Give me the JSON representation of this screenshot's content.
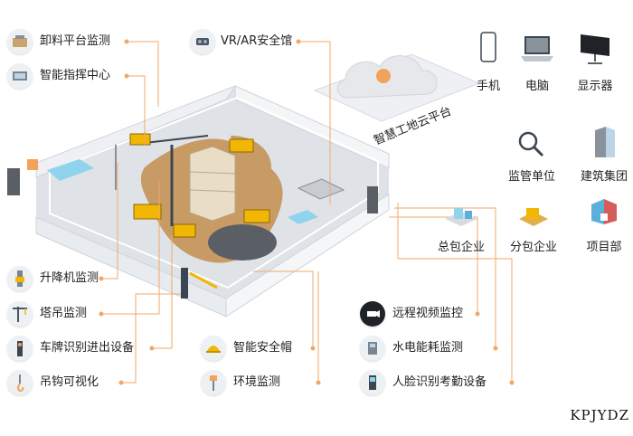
{
  "cloud_platform_label": "智慧工地云平台",
  "left_top_items": [
    {
      "label": "卸料平台监测",
      "icon": "unloading-platform-icon"
    },
    {
      "label": "智能指挥中心",
      "icon": "command-center-icon"
    }
  ],
  "top_center_item": {
    "label": "VR/AR安全馆",
    "icon": "vr-ar-icon"
  },
  "left_bottom_items": [
    {
      "label": "升降机监测",
      "icon": "elevator-icon"
    },
    {
      "label": "塔吊监测",
      "icon": "tower-crane-icon"
    },
    {
      "label": "车牌识别进出设备",
      "icon": "plate-recognition-icon"
    },
    {
      "label": "吊钩可视化",
      "icon": "hook-camera-icon"
    }
  ],
  "center_bottom_items": [
    {
      "label": "智能安全帽",
      "icon": "smart-helmet-icon"
    },
    {
      "label": "环境监测",
      "icon": "environment-monitor-icon"
    }
  ],
  "right_bottom_items": [
    {
      "label": "远程视频监控",
      "icon": "remote-video-icon"
    },
    {
      "label": "水电能耗监测",
      "icon": "energy-monitor-icon"
    },
    {
      "label": "人脸识别考勤设备",
      "icon": "face-recognition-icon"
    }
  ],
  "devices": [
    {
      "label": "手机",
      "icon": "phone-icon"
    },
    {
      "label": "电脑",
      "icon": "laptop-icon"
    },
    {
      "label": "显示器",
      "icon": "monitor-icon"
    }
  ],
  "organizations": [
    {
      "label": "监管单位",
      "icon": "magnifier-icon"
    },
    {
      "label": "建筑集团",
      "icon": "building-icon"
    },
    {
      "label": "总包企业",
      "icon": "general-contractor-icon"
    },
    {
      "label": "分包企业",
      "icon": "subcontractor-icon"
    },
    {
      "label": "项目部",
      "icon": "project-dept-icon"
    }
  ],
  "watermark": "KPJYDZ",
  "colors": {
    "accent": "#f2a25a",
    "line": "#f0a868",
    "wall": "#eaedf1",
    "ground": "#dfe3e8",
    "dirt": "#c89a64",
    "yellow": "#f2b705",
    "cloud": "#e9ebee"
  }
}
